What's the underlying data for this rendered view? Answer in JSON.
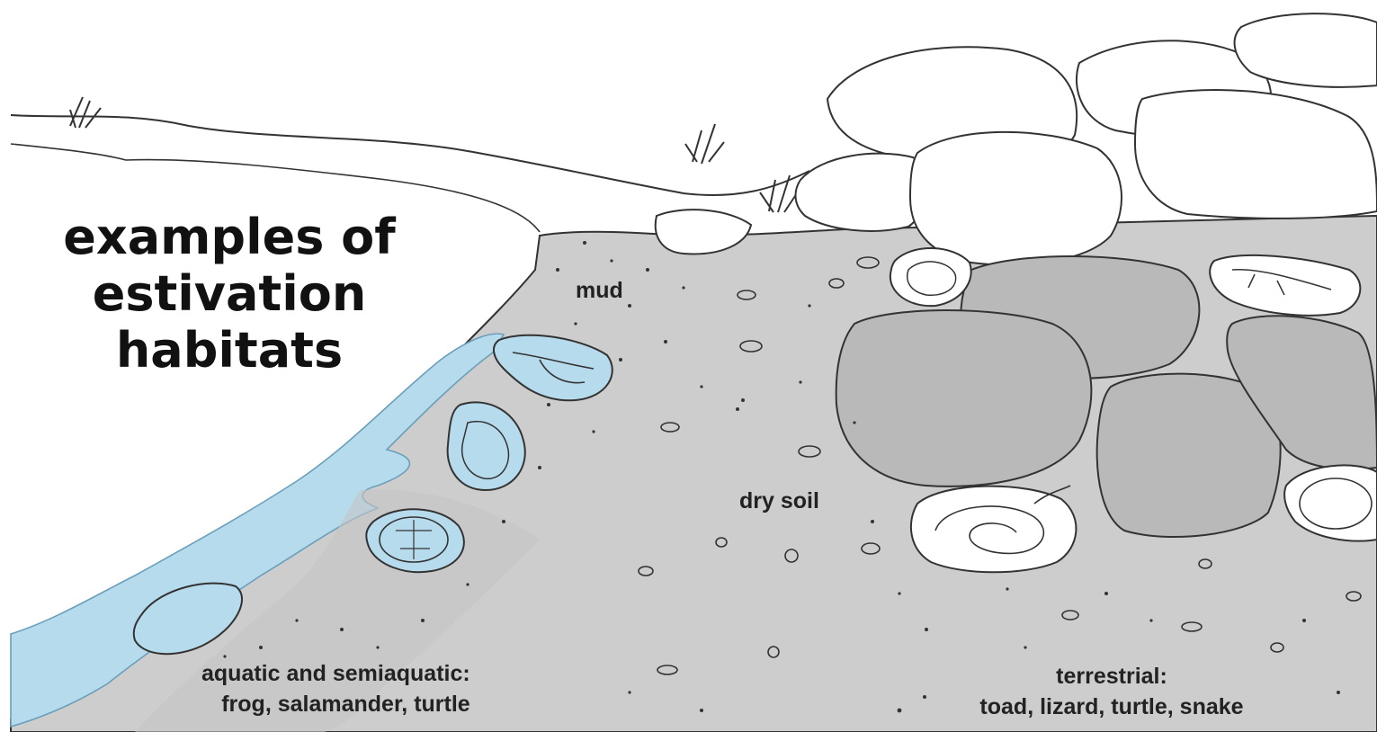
{
  "title_lines": [
    "examples of",
    "estivation",
    "habitats"
  ],
  "labels": {
    "mud": "mud",
    "dry_soil": "dry soil",
    "aquatic_line1": "aquatic and semiaquatic:",
    "aquatic_line2": "frog, salamander, turtle",
    "terrestrial_line1": "terrestrial:",
    "terrestrial_line2": "toad, lizard, turtle, snake"
  },
  "colors": {
    "soil": "#cdcdcd",
    "water": "#b6dbec",
    "rock": "#b9b9b9",
    "ink": "#222222"
  }
}
